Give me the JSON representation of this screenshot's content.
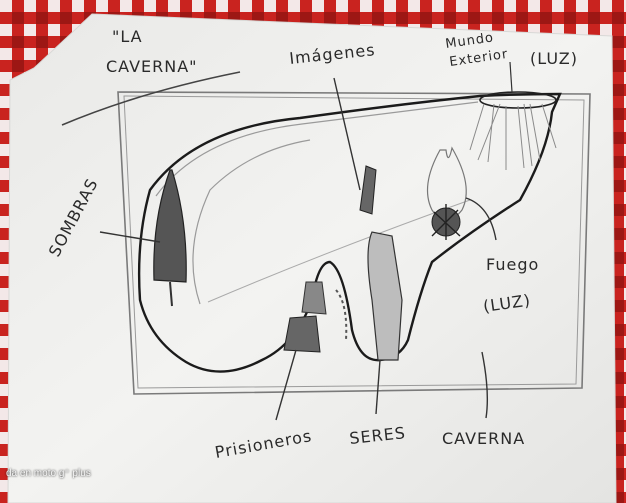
{
  "labels": {
    "title_line1": "\"LA",
    "title_line2": "CAVERNA\"",
    "imagenes": "Imágenes",
    "mundo_line1": "Mundo",
    "mundo_line2": "Exterior",
    "luz_top": "(LUZ)",
    "sombras": "SOMBRAS",
    "fuego": "Fuego",
    "luz_right": "(LUZ)",
    "prisioneros": "Prisioneros",
    "seres": "SERES",
    "caverna": "CAVERNA"
  },
  "watermark": "da en moto g⁺ plus",
  "colors": {
    "tablecloth": "#c9231f",
    "paper": "#f0f0ee",
    "ink": "#222222",
    "pencil": "#7a7a7a"
  }
}
